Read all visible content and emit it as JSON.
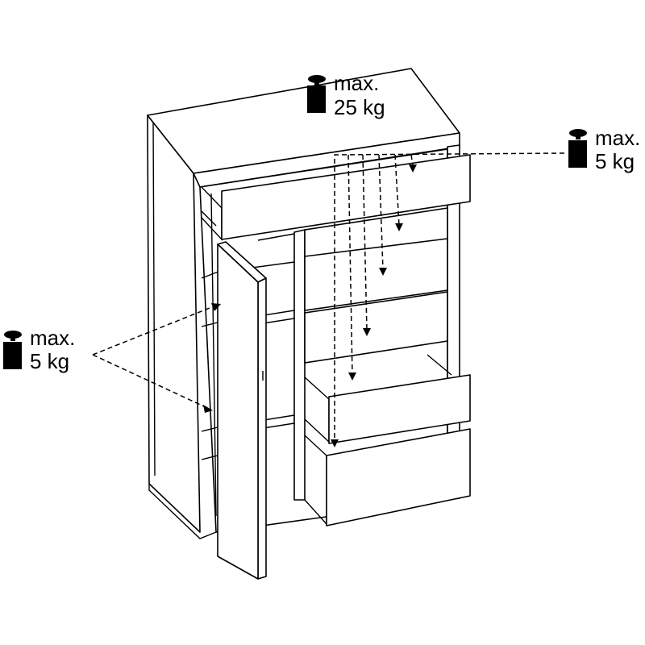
{
  "labels": {
    "top": {
      "line1": "max.",
      "line2": "25 kg"
    },
    "drawers": {
      "line1": "max.",
      "line2": "5 kg"
    },
    "shelves": {
      "line1": "max.",
      "line2": "5 kg"
    }
  },
  "icons": {
    "weight": "weight-icon"
  },
  "colors": {
    "line": "#000000",
    "background": "#ffffff"
  }
}
